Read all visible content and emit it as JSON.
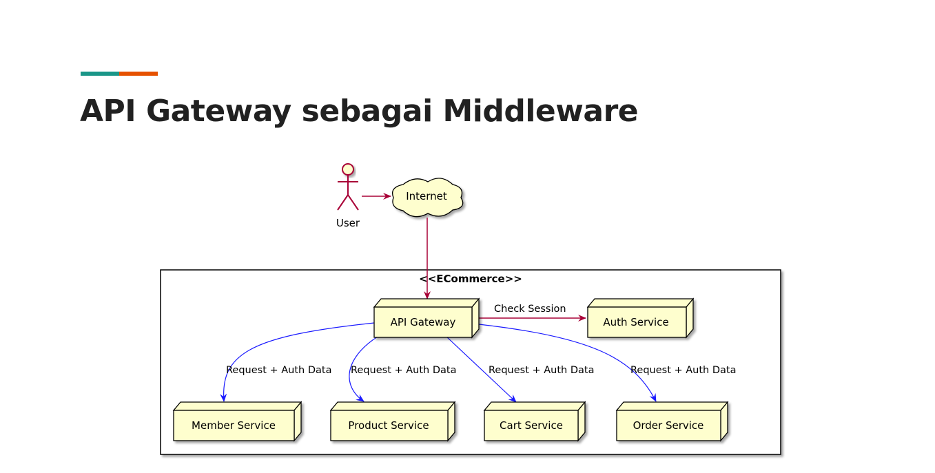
{
  "slide": {
    "title": "API Gateway sebagai Middleware",
    "accent_colors": [
      "#1a9688",
      "#e65100"
    ]
  },
  "diagram": {
    "actor": {
      "label": "User",
      "icon": "stick-figure-icon"
    },
    "cloud": {
      "label": "Internet",
      "icon": "cloud-icon"
    },
    "package": {
      "stereotype": "<<ECommerce>>"
    },
    "nodes": {
      "gateway": "API Gateway",
      "auth": "Auth Service",
      "member": "Member Service",
      "product": "Product Service",
      "cart": "Cart Service",
      "order": "Order Service"
    },
    "edges": {
      "check_session": "Check Session",
      "req_member": "Request + Auth Data",
      "req_product": "Request + Auth Data",
      "req_cart": "Request + Auth Data",
      "req_order": "Request + Auth Data"
    },
    "colors": {
      "node_fill": "#fefece",
      "actor_fill": "#fefece",
      "actor_stroke": "#a80036",
      "arrow_red": "#a80036",
      "arrow_blue": "#1a1aff"
    }
  }
}
